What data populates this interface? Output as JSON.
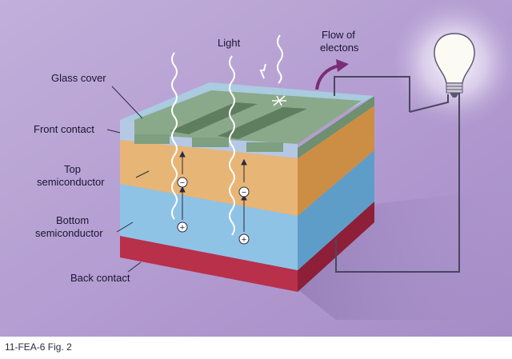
{
  "labels": {
    "glass_cover": "Glass cover",
    "front_contact": "Front contact",
    "top_semiconductor_line1": "Top",
    "top_semiconductor_line2": "semiconductor",
    "bottom_semiconductor_line1": "Bottom",
    "bottom_semiconductor_line2": "semiconductor",
    "back_contact": "Back contact",
    "light": "Light",
    "flow_line1": "Flow of",
    "flow_line2": "electons"
  },
  "charges": {
    "negative": "−",
    "positive": "+"
  },
  "caption": "11-FEA-6  Fig. 2",
  "colors": {
    "background": "#b9a4d3",
    "glass": "#9fc3d9",
    "front_contact": "#8aa98a",
    "top_semiconductor": "#e7b575",
    "bottom_semiconductor": "#8fc3e6",
    "back_contact": "#b8304a",
    "flow_arrow": "#7a2e78",
    "wire": "#4a4660"
  },
  "icons": [
    "light-bulb-icon",
    "light-ray-icon",
    "flow-arrow-icon"
  ]
}
